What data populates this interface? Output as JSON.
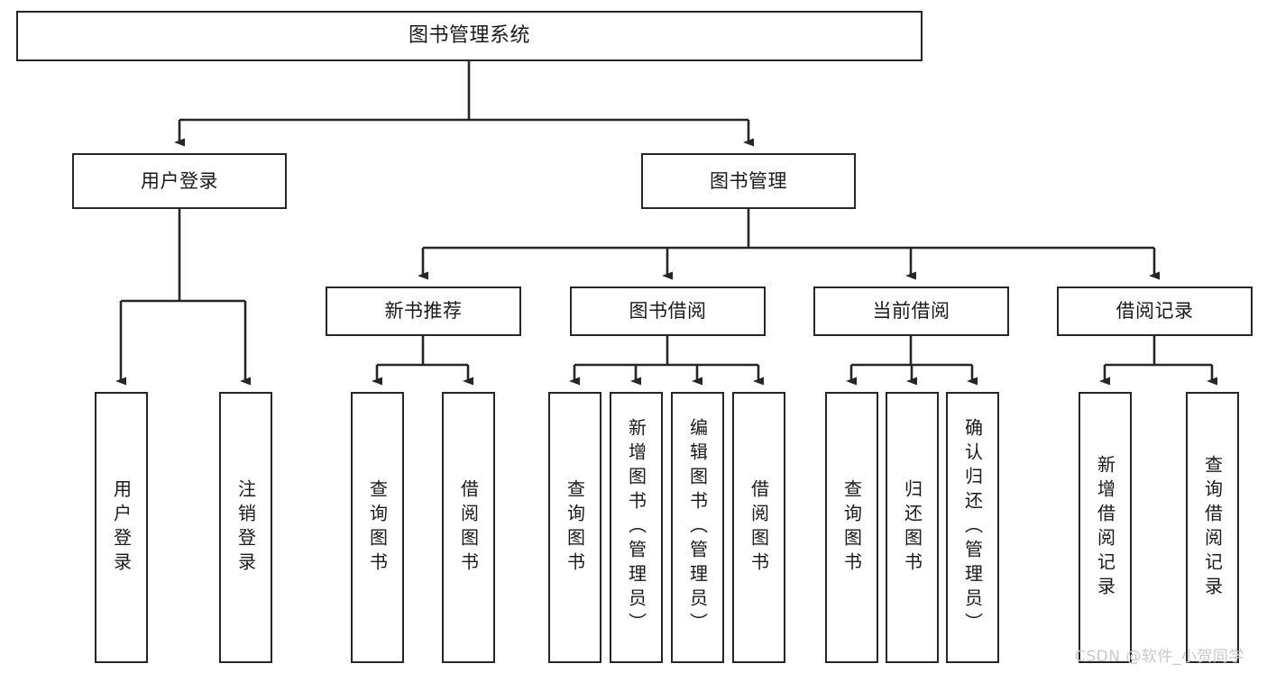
{
  "diagram": {
    "title": "图书管理系统",
    "type": "hierarchy-tree",
    "stroke_color": "#262626",
    "background_color": "#ffffff",
    "text_color": "#1a1a1a"
  },
  "nodes": {
    "root": {
      "label": "图书管理系统"
    },
    "level2": [
      {
        "label": "用户登录"
      },
      {
        "label": "图书管理"
      }
    ],
    "level3": [
      {
        "label": "新书推荐"
      },
      {
        "label": "图书借阅"
      },
      {
        "label": "当前借阅"
      },
      {
        "label": "借阅记录"
      }
    ],
    "leaves": {
      "user_login": [
        {
          "label": "用户登录"
        },
        {
          "label": "注销登录"
        }
      ],
      "new_book_recommend": [
        {
          "label": "查询图书"
        },
        {
          "label": "借阅图书"
        }
      ],
      "book_borrow": [
        {
          "label": "查询图书"
        },
        {
          "label": "新增图书（管理员）"
        },
        {
          "label": "编辑图书（管理员）"
        },
        {
          "label": "借阅图书"
        }
      ],
      "current_borrow": [
        {
          "label": "查询图书"
        },
        {
          "label": "归还图书"
        },
        {
          "label": "确认归还（管理员）"
        }
      ],
      "borrow_record": [
        {
          "label": "新增借阅记录"
        },
        {
          "label": "查询借阅记录"
        }
      ]
    }
  },
  "watermark": {
    "text": "CSDN @软件_小贺同学"
  }
}
